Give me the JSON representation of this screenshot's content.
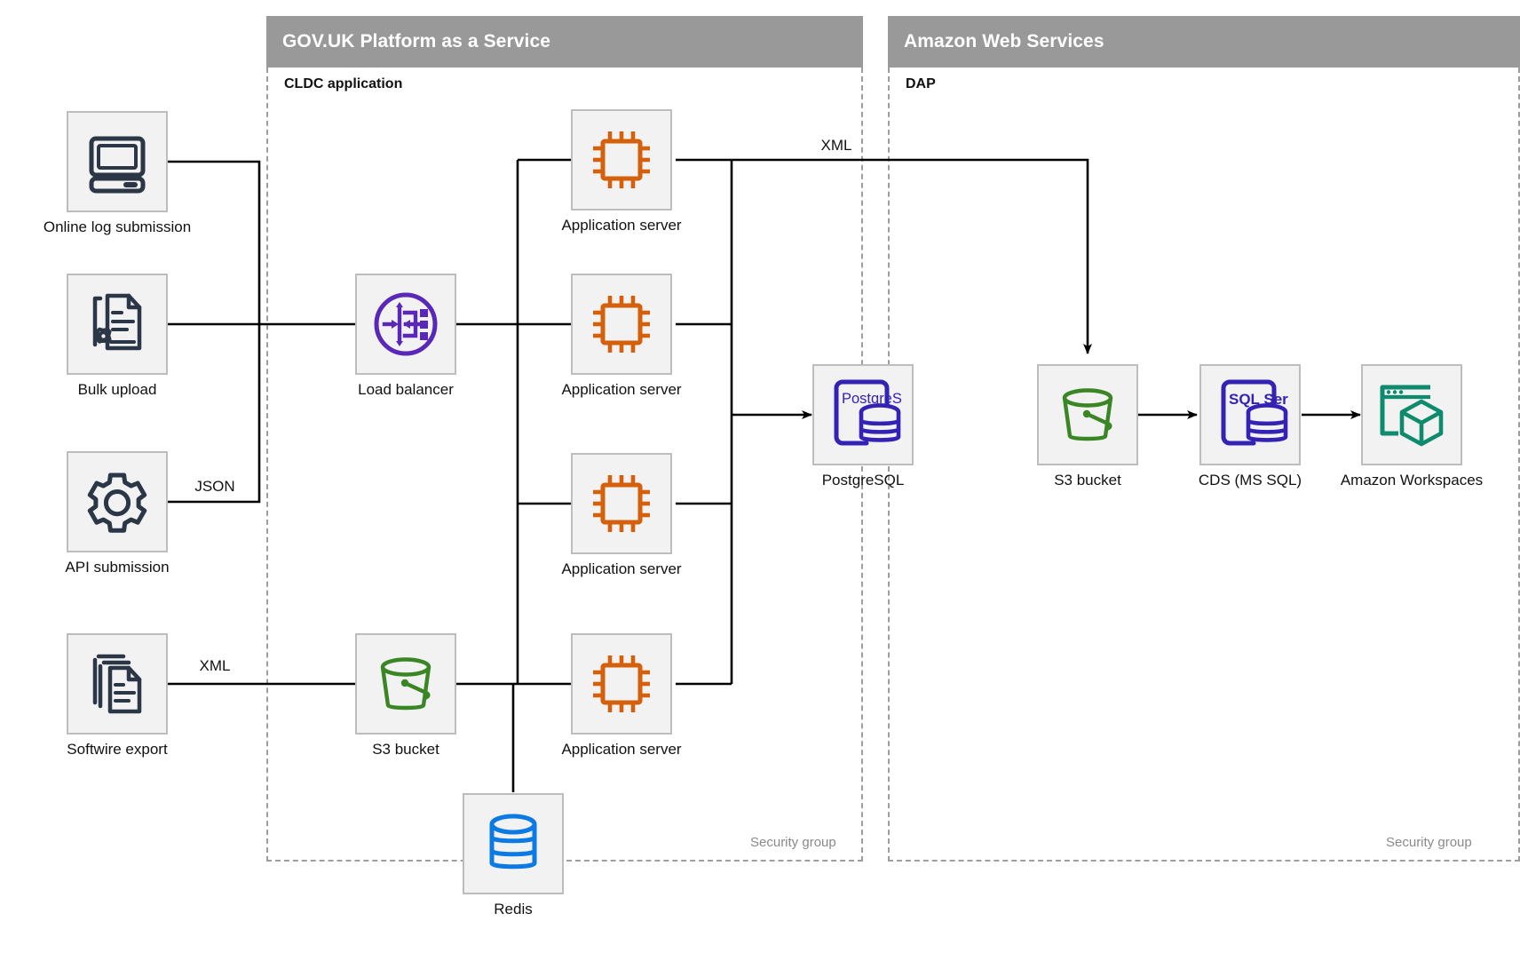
{
  "groups": [
    {
      "id": "paas",
      "title": "GOV.UK Platform as a Service",
      "sublabel": "CLDC application",
      "footnote": "Security group"
    },
    {
      "id": "aws",
      "title": "Amazon Web Services",
      "sublabel": "DAP",
      "footnote": "Security group"
    }
  ],
  "nodes": {
    "online_log_submission": {
      "label": "Online log submission",
      "icon": "desktop-computer-icon"
    },
    "bulk_upload": {
      "label": "Bulk upload",
      "icon": "document-gear-icon"
    },
    "api_submission": {
      "label": "API submission",
      "icon": "gear-icon"
    },
    "softwire_export": {
      "label": "Softwire export",
      "icon": "stacked-documents-icon"
    },
    "load_balancer": {
      "label": "Load balancer",
      "icon": "load-balancer-icon"
    },
    "s3_bucket_paas": {
      "label": "S3 bucket",
      "icon": "s3-bucket-icon"
    },
    "app_server_1": {
      "label": "Application server",
      "icon": "cpu-chip-icon"
    },
    "app_server_2": {
      "label": "Application server",
      "icon": "cpu-chip-icon"
    },
    "app_server_3": {
      "label": "Application server",
      "icon": "cpu-chip-icon"
    },
    "app_server_4": {
      "label": "Application server",
      "icon": "cpu-chip-icon"
    },
    "redis": {
      "label": "Redis",
      "icon": "redis-database-icon"
    },
    "postgresql": {
      "label": "PostgreSQL",
      "icon": "postgresql-icon",
      "badge": "PostgreSQL"
    },
    "s3_bucket_dap": {
      "label": "S3 bucket",
      "icon": "s3-bucket-icon"
    },
    "cds_ms_sql": {
      "label": "CDS (MS SQL)",
      "icon": "sql-server-icon",
      "badge": "SQL Server"
    },
    "amazon_workspaces": {
      "label": "Amazon Workspaces",
      "icon": "amazon-workspaces-icon"
    }
  },
  "edge_labels": {
    "api_json": "JSON",
    "softwire_xml": "XML",
    "appserver_xml": "XML"
  },
  "colors": {
    "header_grey": "#999999",
    "node_fill": "#f2f2f2",
    "node_border": "#bdbdbd",
    "dashed_border": "#9e9e9e",
    "dark_navy": "#2b3746",
    "orange": "#d4600b",
    "purple": "#5a28b8",
    "green": "#3a8524",
    "blue": "#0b7ae5",
    "indigo": "#3422b5",
    "teal": "#0e8a6d",
    "wire": "#000000",
    "footnote_grey": "#8a8a8a"
  }
}
